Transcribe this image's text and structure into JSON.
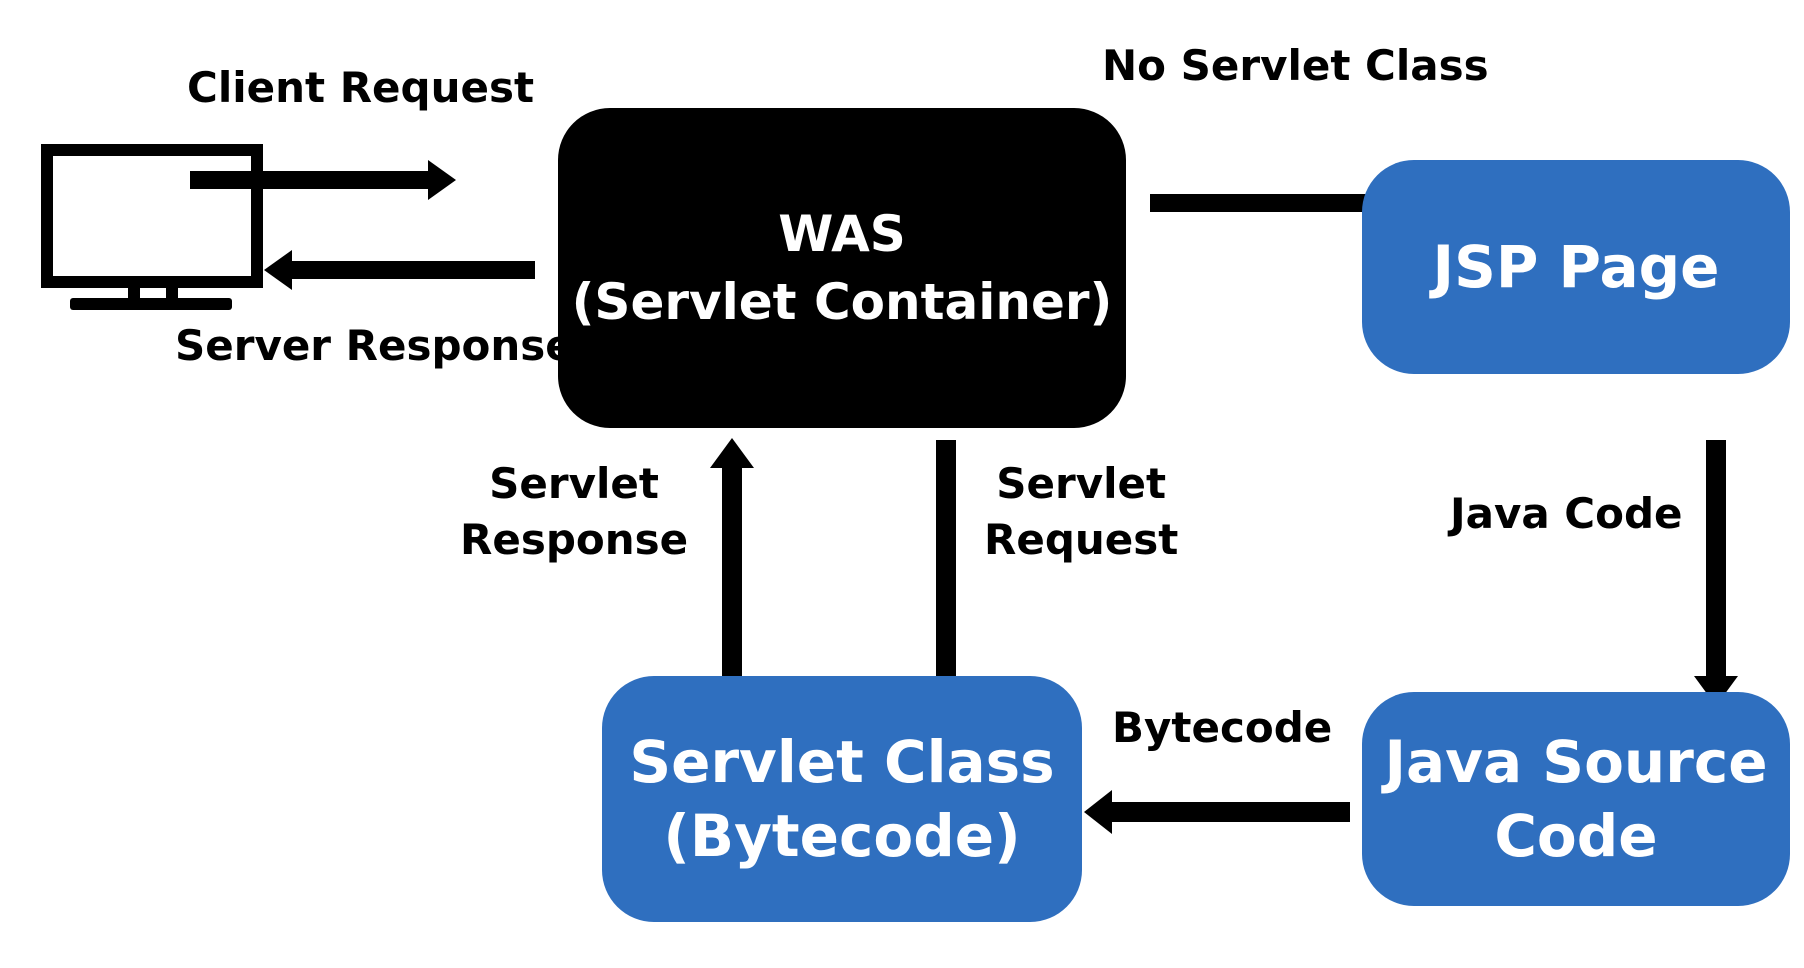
{
  "nodes": {
    "was": {
      "line1": "WAS",
      "line2": "(Servlet Container)"
    },
    "jsp_page": {
      "label": "JSP Page"
    },
    "servlet_class": {
      "line1": "Servlet Class",
      "line2": "(Bytecode)"
    },
    "java_source": {
      "line1": "Java Source",
      "line2": "Code"
    }
  },
  "edges": {
    "client_request": "Client Request",
    "server_response": "Server Response",
    "no_servlet_class": "No Servlet Class",
    "servlet_response": {
      "line1": "Servlet",
      "line2": "Response"
    },
    "servlet_request": {
      "line1": "Servlet",
      "line2": "Request"
    },
    "java_code": "Java Code",
    "bytecode": "Bytecode"
  },
  "icons": {
    "client": "monitor-icon"
  },
  "colors": {
    "was_fill": "#000000",
    "node_fill": "#2f6fbf",
    "arrow": "#000000",
    "text_on_node": "#ffffff"
  }
}
